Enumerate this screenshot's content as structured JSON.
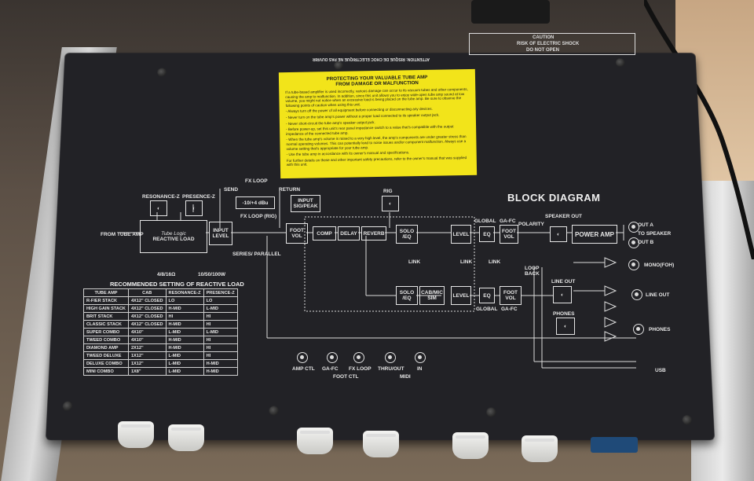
{
  "top_label": {
    "caution_title": "CAUTION",
    "caution_sub1": "RISK OF ELECTRIC SHOCK",
    "caution_sub2": "DO NOT OPEN",
    "attention": "ATTENTION: RISQUE DE CHOC ELECTRIQUE NE PAS OUVRIR"
  },
  "sticker": {
    "title1": "PROTECTING YOUR VALUABLE TUBE AMP",
    "title2": "FROM DAMAGE OR MALFUNCTION",
    "intro": "If a tube-based amplifier is used incorrectly, various damage can occur to its vacuum tubes and other components, causing the amp to malfunction. In addition, since this unit allows you to enjoy wide-open tube amp sound at low volume, you might not notice when an excessive load is being placed on the tube amp. Be sure to observe the following points of caution when using this unit.",
    "b1": "- Always turn off the power of all equipment before connecting or disconnecting any devices.",
    "b2": "- Never turn on the tube amp's power without a proper load connected to its speaker output jack.",
    "b3": "- Never short-circuit the tube amp's speaker output jack.",
    "b4": "- Before power-up, set this unit's rear panel impedance switch to a value that's compatible with the output impedance of the connected tube amp.",
    "b5": "- When the tube amp's volume is raised to a very high level, the amp's components are under greater stress than normal operating volumes. This can potentially lead to noise issues and/or component malfunction. Always use a volume setting that's appropriate for your tube amp.",
    "b6": "- Use the tube amp in accordance with its owner's manual and specifications.",
    "outro": "For further details on these and other important safety precautions, refer to the owner's manual that was supplied with this unit."
  },
  "diagram": {
    "title": "BLOCK DIAGRAM",
    "resonance": "RESONANCE-Z",
    "presence": "PRESENCE-Z",
    "from_tube_amp": "FROM TUBE AMP",
    "tube_logic": "Tube Logic",
    "reactive_load": "REACTIVE LOAD",
    "input_level": "INPUT LEVEL",
    "imp": "4/8/16Ω",
    "watt": "10/50/100W",
    "send": "SEND",
    "return": "RETURN",
    "fx_loop": "FX LOOP",
    "fx_level": "-10/+4 dBu",
    "fx_loop_rig": "FX LOOP (RIG)",
    "series_parallel": "SERIES/ PARALLEL",
    "input_sig": "INPUT SIG/PEAK",
    "rig": "RIG",
    "foot_vol": "FOOT VOL",
    "comp": "COMP",
    "delay": "DELAY",
    "reverb": "REVERB",
    "solo_eq": "SOLO /EQ",
    "level": "LEVEL",
    "global": "GLOBAL",
    "eq": "EQ",
    "ga_fc": "GA-FC",
    "polarity": "POLARITY",
    "speaker_out": "SPEAKER OUT",
    "power_amp": "POWER AMP",
    "out_a": "OUT A",
    "to_speaker": "TO SPEAKER",
    "out_b": "OUT B",
    "link": "LINK",
    "cab_mic_sim": "CAB/MIC SIM",
    "loop_back": "LOOP BACK",
    "line_out": "LINE OUT",
    "mono_fohl": "MONO(FOH)",
    "line_out_r": "LINE OUT",
    "phones": "PHONES",
    "usb": "USB",
    "amp_ctl": "AMP CTL",
    "ga_fc2": "GA-FC",
    "fx_loop2": "FX LOOP",
    "foot_ctl": "FOOT CTL",
    "thru_out": "THRU/OUT",
    "in": "IN",
    "midi": "MIDI"
  },
  "reactive_table": {
    "title": "RECOMMENDED SETTING OF REACTIVE LOAD",
    "headers": [
      "TUBE AMP",
      "CAB",
      "RESONANCE-Z",
      "PRESENCE-Z"
    ],
    "rows": [
      [
        "R-FIER STACK",
        "4X12\" CLOSED",
        "LO",
        "LO"
      ],
      [
        "HIGH GAIN STACK",
        "4X12\" CLOSED",
        "H-MID",
        "L-MID"
      ],
      [
        "BRIT STACK",
        "4X12\" CLOSED",
        "HI",
        "HI"
      ],
      [
        "CLASSIC STACK",
        "4X12\" CLOSED",
        "H-MID",
        "HI"
      ],
      [
        "SUPER COMBO",
        "4X10\"",
        "L-MID",
        "L-MID"
      ],
      [
        "TWEED COMBO",
        "4X10\"",
        "H-MID",
        "HI"
      ],
      [
        "DIAMOND AMP",
        "2X12\"",
        "H-MID",
        "HI"
      ],
      [
        "TWEED DELUXE",
        "1X12\"",
        "L-MID",
        "HI"
      ],
      [
        "DELUXE COMBO",
        "1X12\"",
        "L-MID",
        "H-MID"
      ],
      [
        "MINI COMBO",
        "1X8\"",
        "L-MID",
        "H-MID"
      ]
    ]
  }
}
